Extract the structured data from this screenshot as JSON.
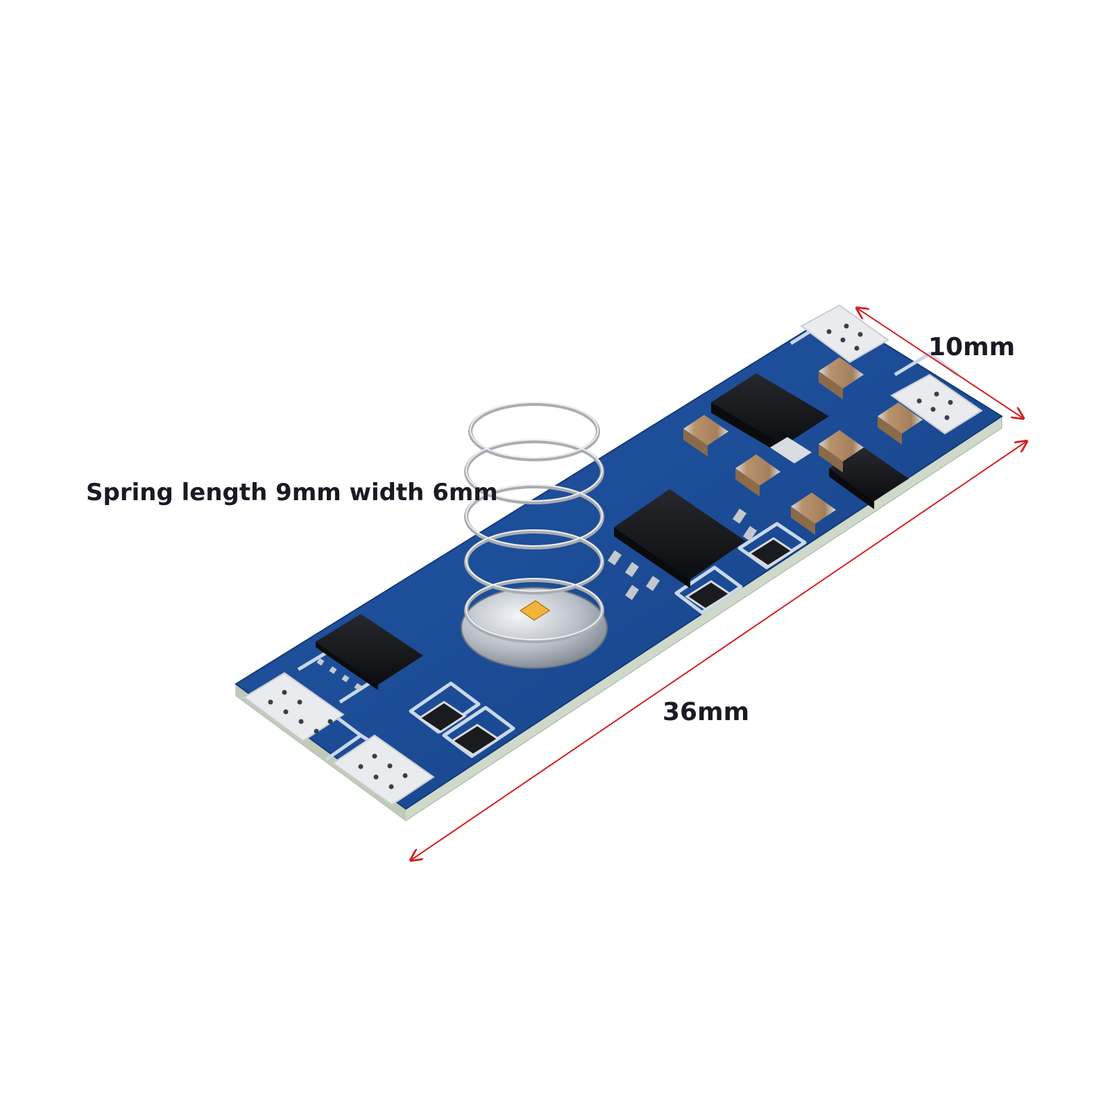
{
  "labels": {
    "spring": "Spring length 9mm width 6mm",
    "width": "10mm",
    "length": "36mm"
  },
  "colors": {
    "pcb_blue": "#1b4a93",
    "pcb_edge": "#cfd9c9",
    "silkscreen": "#c9d8ea",
    "pad": "#e9ebee",
    "chip": "#141519",
    "capacitor": "#b7926d",
    "dimension_line": "#d61f1f",
    "led": "#f2b53a",
    "spring": "#a9adb2"
  }
}
